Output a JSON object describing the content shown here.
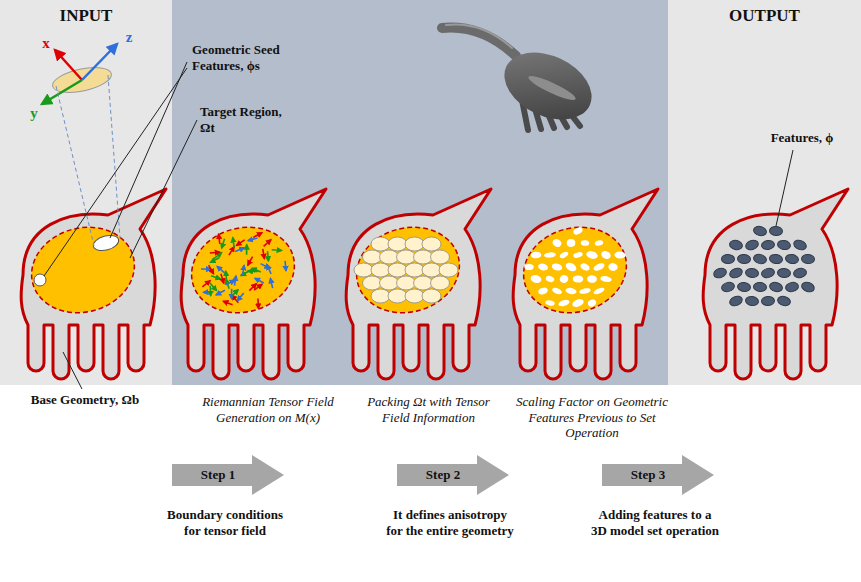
{
  "diagram": {
    "nodes": [
      {
        "text": [
          "INPUT"
        ]
      },
      {
        "text": [
          "OUTPUT"
        ]
      },
      {
        "text": [
          "Step 1",
          "Boundary conditions for tensor field"
        ]
      },
      {
        "text": [
          "Step 2",
          "It defines anisotropy for the entire geometry"
        ]
      },
      {
        "text": [
          "Step 3",
          "Adding features to a 3D model set operation"
        ]
      }
    ],
    "labels": [
      "x",
      "y",
      "z",
      "Geometric Seed Features, ϕs",
      "Target Region, Ωt",
      "Base Geometry, Ωb",
      "Riemannian Tensor Field Generation on M(x)",
      "Packing Ωt with Tensor Field Information",
      "Scaling Factor on Geometric Features Previous to Set Operation",
      "Features, ϕ"
    ]
  }
}
